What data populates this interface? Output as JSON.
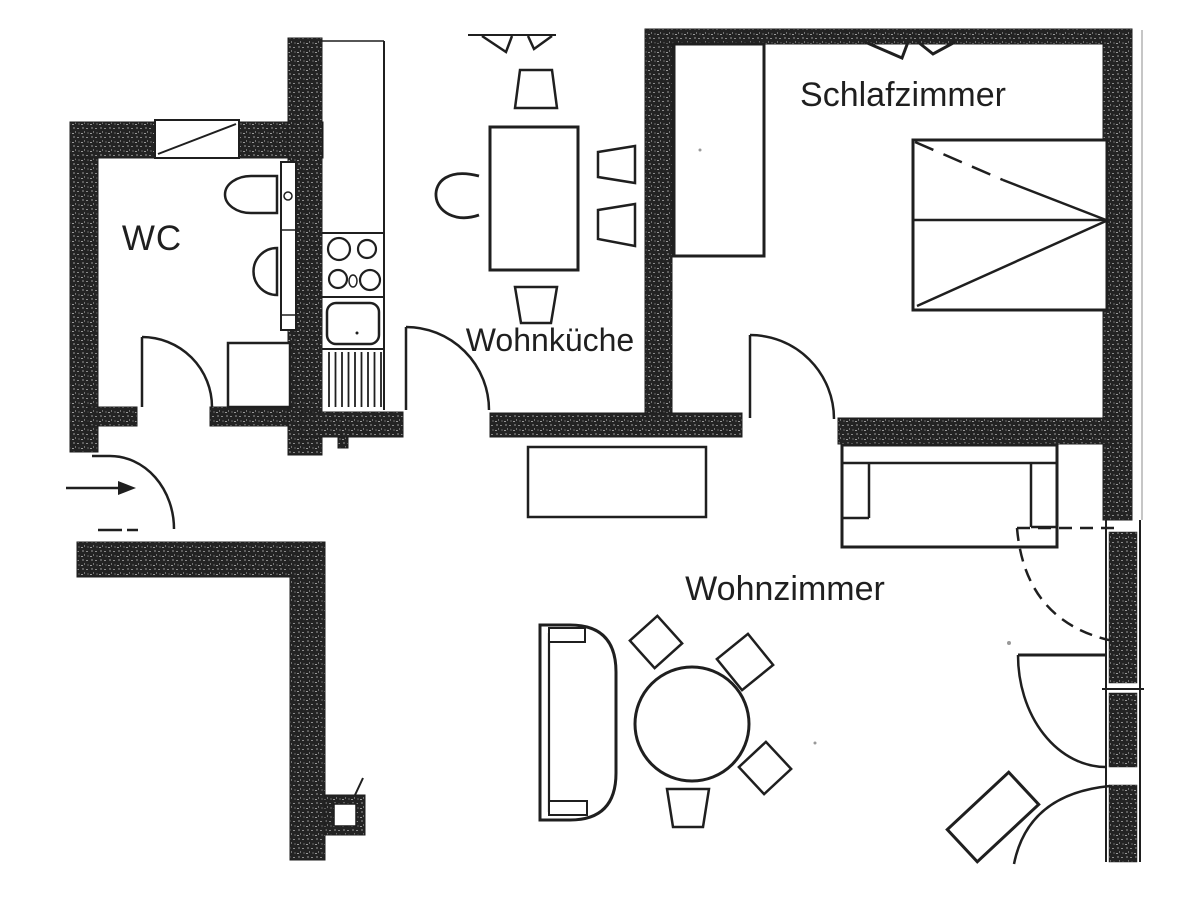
{
  "rooms": {
    "wc": {
      "label": "WC"
    },
    "kitchen": {
      "label": "Wohnküche"
    },
    "bedroom": {
      "label": "Schlafzimmer"
    },
    "living_room": {
      "label": "Wohnzimmer"
    }
  },
  "colors": {
    "ink": "#1f1f1f",
    "wall": "#232323",
    "paper": "#ffffff"
  }
}
